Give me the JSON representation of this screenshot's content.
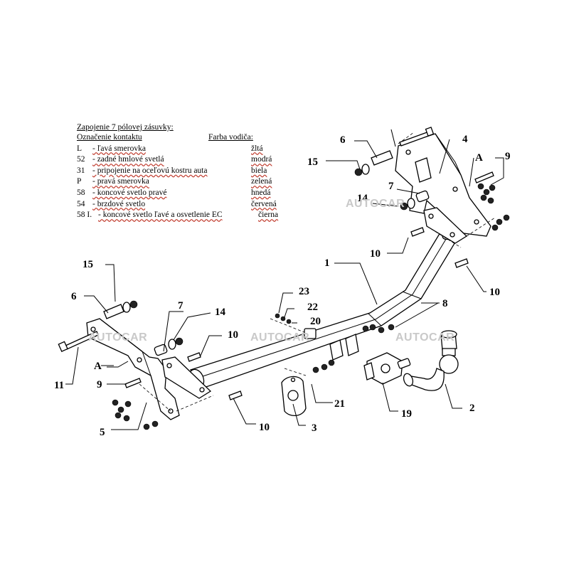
{
  "legend": {
    "caption": "Zapojenie 7 pólovej zásuvky:",
    "header_contact": "Označenie kontaktu",
    "header_color": "Farba vodiča:",
    "rows": [
      {
        "code": "L",
        "desc": "- ľavá smerovka",
        "color": "žltá"
      },
      {
        "code": "52",
        "desc": "- zadné hmlové svetlá",
        "color": "modrá"
      },
      {
        "code": "31",
        "desc": "- pripojenie na oceľovú kostru auta",
        "color": "biela"
      },
      {
        "code": "P",
        "desc": "- pravá smerovka",
        "color": "zelená"
      },
      {
        "code": "58",
        "desc": "- koncové svetlo pravé",
        "color": "hnedá"
      },
      {
        "code": "54",
        "desc": "- brzdové svetlo",
        "color": "červená"
      },
      {
        "code": "58 I.",
        "desc": "- koncové svetlo ľavé a osvetlenie EC",
        "color": "čierna"
      }
    ]
  },
  "watermark": "AUTOCAR",
  "labels": {
    "p1": "1",
    "p2": "2",
    "p3": "3",
    "p4": "4",
    "p5": "5",
    "p6_top": "6",
    "p6_left": "6",
    "p7_top": "7",
    "p7_left": "7",
    "p8": "8",
    "p9_top": "9",
    "p9_left": "9",
    "p10_a": "10",
    "p10_b": "10",
    "p10_c": "10",
    "p10_d": "10",
    "p11": "11",
    "p14_top": "14",
    "p14_left": "14",
    "p15_top": "15",
    "p15_left": "15",
    "p19": "19",
    "p20": "20",
    "p21": "21",
    "p22": "22",
    "p23": "23",
    "a_top": "A",
    "a_left": "A"
  }
}
